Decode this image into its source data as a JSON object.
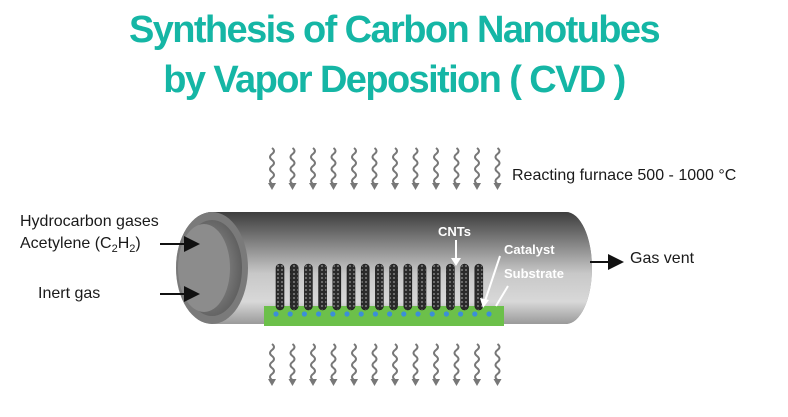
{
  "title": {
    "line1": "Synthesis of Carbon Nanotubes",
    "line2": "by Vapor Deposition ( CVD )"
  },
  "labels": {
    "furnace": "Reacting furnace 500 - 1000 °C",
    "hydrocarbon": "Hydrocarbon gases",
    "acetylene_prefix": "Acetylene (C",
    "acetylene_sub1": "2",
    "acetylene_mid": "H",
    "acetylene_sub2": "2",
    "acetylene_suffix": ")",
    "inert_gas": "Inert gas",
    "gas_vent": "Gas vent",
    "cnts": "CNTs",
    "catalyst": "Catalyst",
    "substrate": "Substrate"
  },
  "colors": {
    "title": "#15b6a5",
    "substrate": "#6cc04a",
    "catalyst_dot": "#3b8fd8",
    "tube_dark": "#3c3c3c",
    "tube_light": "#b8b8b8"
  },
  "icons": [
    "wavy-heat-arrow-icon",
    "right-arrow-icon",
    "nanotube-icon"
  ]
}
